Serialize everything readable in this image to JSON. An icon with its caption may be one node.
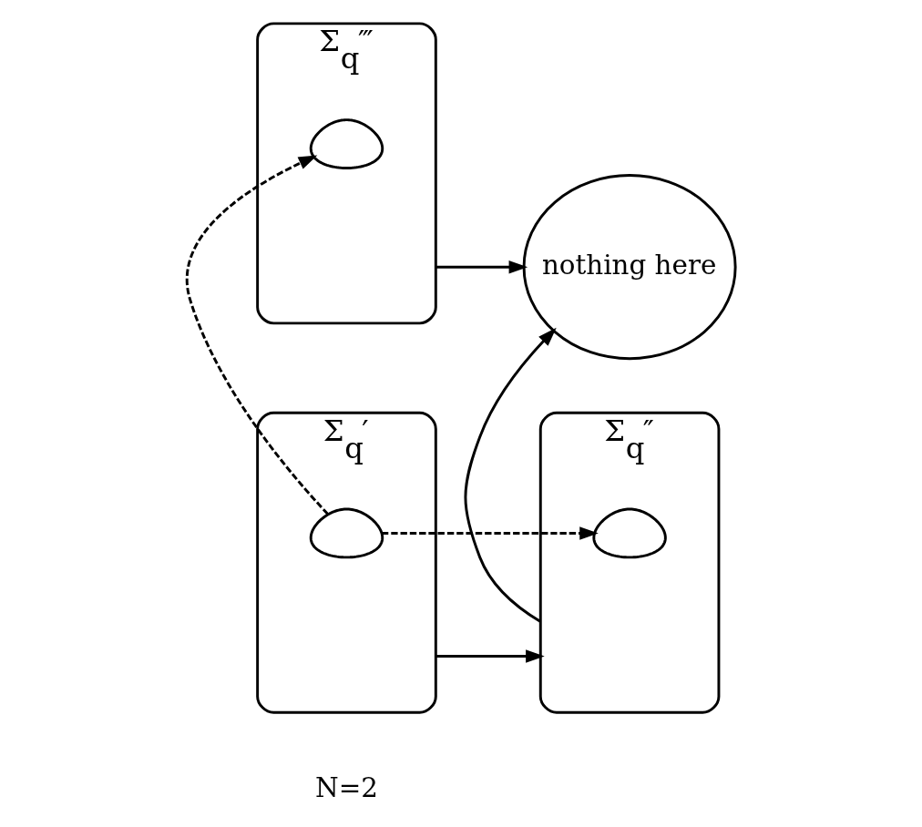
{
  "diagram": {
    "nodes": [
      {
        "text": [
          "Σ$_{q}$′"
        ]
      },
      {
        "text": [
          "Σ$_{q}$″"
        ]
      },
      {
        "text": [
          "Σ$_{q}$‴"
        ]
      },
      {
        "text": [
          "nothing here"
        ]
      },
      {
        "text": [],
        "shape": "picture",
        "in": 0
      },
      {
        "text": [],
        "shape": "picture",
        "in": 1
      },
      {
        "text": [],
        "shape": "picture",
        "in": 2
      }
    ],
    "edges": [
      {
        "from": 0,
        "to": 1,
        "arrow": "to"
      },
      {
        "from": 1,
        "to": 3,
        "arrow": "to"
      },
      {
        "from": 2,
        "to": 3,
        "arrow": "to"
      },
      {
        "from": 4,
        "to": 5,
        "arrow": "to",
        "style": "dashed"
      },
      {
        "from": 4,
        "to": 6,
        "arrow": "to",
        "style": "dashed"
      }
    ],
    "labels": [
      "N=2"
    ]
  }
}
